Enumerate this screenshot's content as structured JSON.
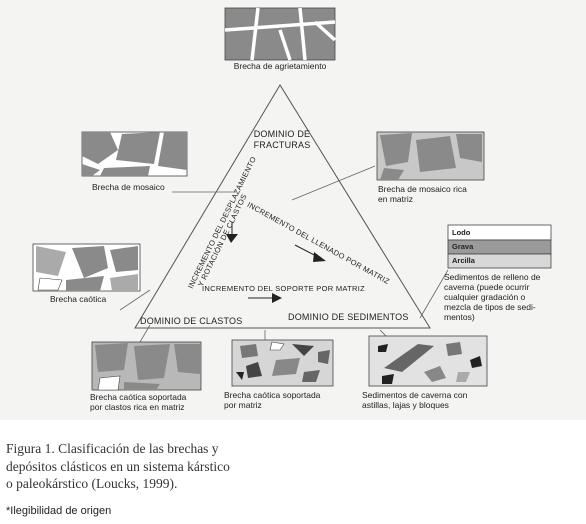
{
  "diagram": {
    "apex_top": "Brecha de agrietamiento",
    "domain_fracturas": [
      "DOMINIO DE",
      "FRACTURAS"
    ],
    "domain_clastos": "DOMINIO DE CLASTOS",
    "domain_sedimentos": "DOMINIO DE SEDIMENTOS",
    "axis_left": [
      "INCREMENTO DEL DESPLAZAMIENTO",
      "Y ROTACIÓN DE CLASTOS"
    ],
    "axis_right": [
      "INCREMENTO DEL LLENADO POR MATRIZ"
    ],
    "axis_bottom": "INCREMENTO DEL SOPORTE POR MATRIZ",
    "label_mosaico": "Brecha de mosaico",
    "label_mosaico_rica": [
      "Brecha de mosaico rica",
      "en matriz"
    ],
    "label_caotica": "Brecha caótica",
    "label_clastos_soportada": [
      "Brecha caótica soportada",
      "por clastos rica en matriz"
    ],
    "label_matriz_soportada": [
      "Brecha caótica soportada",
      "por matriz"
    ],
    "label_sedimentos_caverna": [
      "Sedimentos de caverna con",
      "astillas, lajas y bloques"
    ],
    "label_relleno": [
      "Sedimentos de relleno de",
      "caverna (puede ocurrir",
      "cualquier gradación o",
      "mezcla de tipos de sedi-",
      "mentos)"
    ],
    "strata": [
      "Lodo",
      "Grava",
      "Arcilla"
    ]
  },
  "caption": [
    "Figura 1. Clasificación de las brechas y",
    "depósitos clásticos en un sistema kárstico",
    "o paleokárstico (Loucks, 1999)."
  ],
  "footnote": "*Ilegibilidad de origen"
}
